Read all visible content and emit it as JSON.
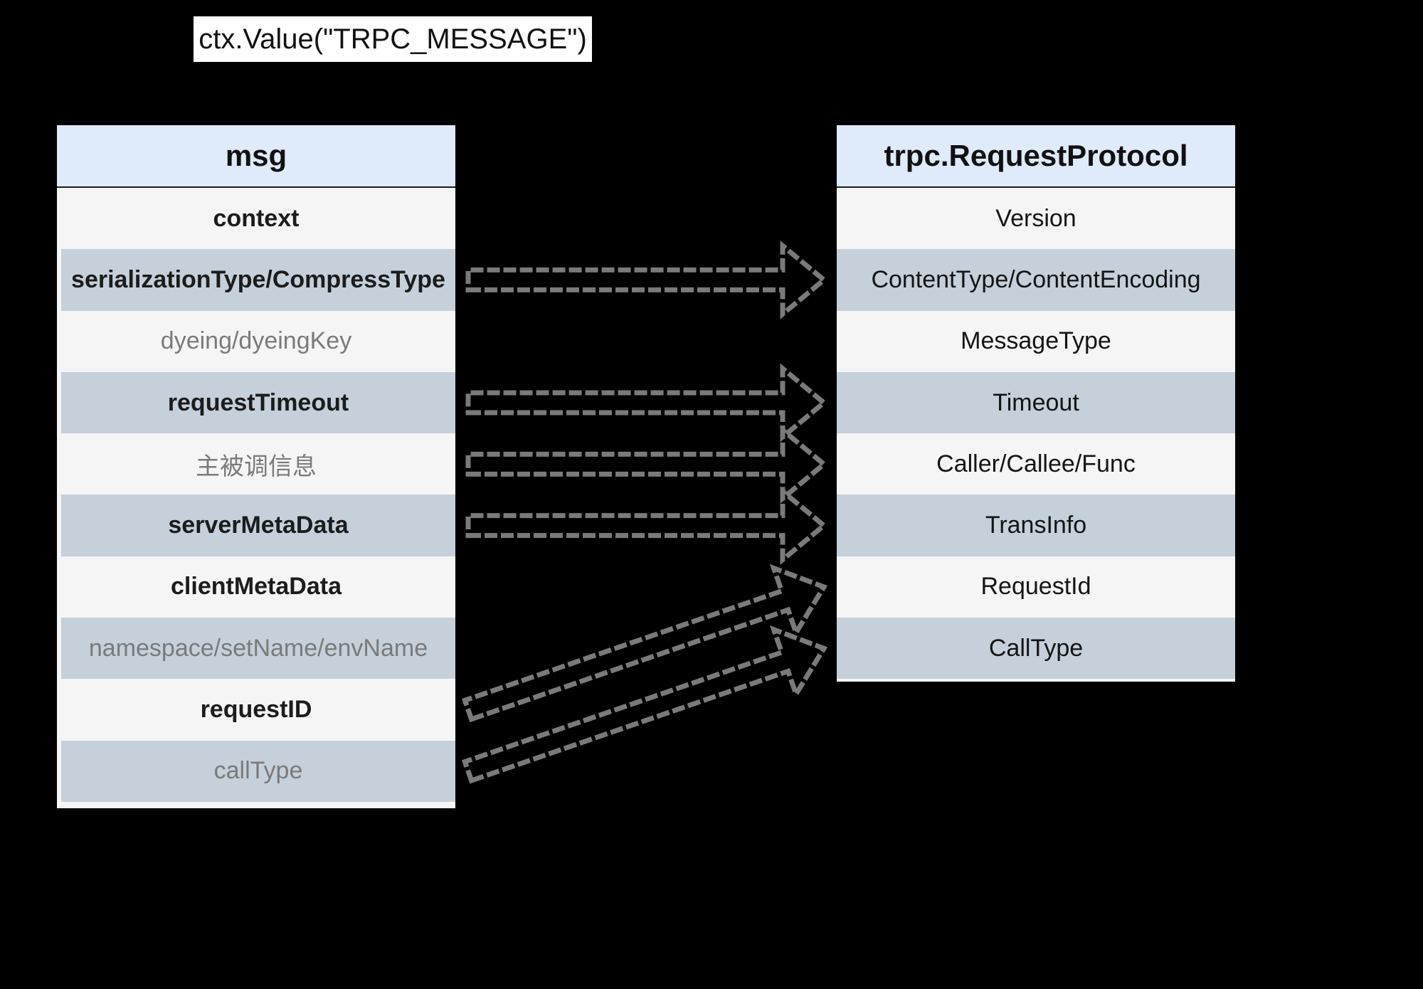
{
  "ctx_label": "ctx.Value(\"TRPC_MESSAGE\")",
  "msg_table": {
    "title": "msg",
    "rows": [
      {
        "label": "context",
        "style": "strong",
        "bg": "plain"
      },
      {
        "label": "serializationType/CompressType",
        "style": "strong",
        "bg": "alt"
      },
      {
        "label": "dyeing/dyeingKey",
        "style": "muted",
        "bg": "plain"
      },
      {
        "label": "requestTimeout",
        "style": "strong",
        "bg": "alt"
      },
      {
        "label": "主被调信息",
        "style": "muted",
        "bg": "plain"
      },
      {
        "label": "serverMetaData",
        "style": "strong",
        "bg": "alt"
      },
      {
        "label": "clientMetaData",
        "style": "strong",
        "bg": "plain"
      },
      {
        "label": "namespace/setName/envName",
        "style": "muted",
        "bg": "alt"
      },
      {
        "label": "requestID",
        "style": "strong",
        "bg": "plain"
      },
      {
        "label": "callType",
        "style": "muted",
        "bg": "alt"
      }
    ]
  },
  "protocol_table": {
    "title": "trpc.RequestProtocol",
    "rows": [
      {
        "label": "Version",
        "bg": "plain"
      },
      {
        "label": "ContentType/ContentEncoding",
        "bg": "alt"
      },
      {
        "label": "MessageType",
        "bg": "plain"
      },
      {
        "label": "Timeout",
        "bg": "alt"
      },
      {
        "label": "Caller/Callee/Func",
        "bg": "plain"
      },
      {
        "label": "TransInfo",
        "bg": "alt"
      },
      {
        "label": "RequestId",
        "bg": "plain"
      },
      {
        "label": "CallType",
        "bg": "alt"
      }
    ]
  },
  "mappings": [
    {
      "from": 1,
      "to": 1
    },
    {
      "from": 3,
      "to": 3
    },
    {
      "from": 4,
      "to": 4
    },
    {
      "from": 5,
      "to": 5
    },
    {
      "from": 8,
      "to": 6
    },
    {
      "from": 9,
      "to": 7
    }
  ],
  "colors": {
    "background": "#000000",
    "header": "#dfeafa",
    "row_alt": "#c5d0da",
    "row_plain": "#f5f5f5",
    "arrow_stroke": "#7a7a7a"
  }
}
